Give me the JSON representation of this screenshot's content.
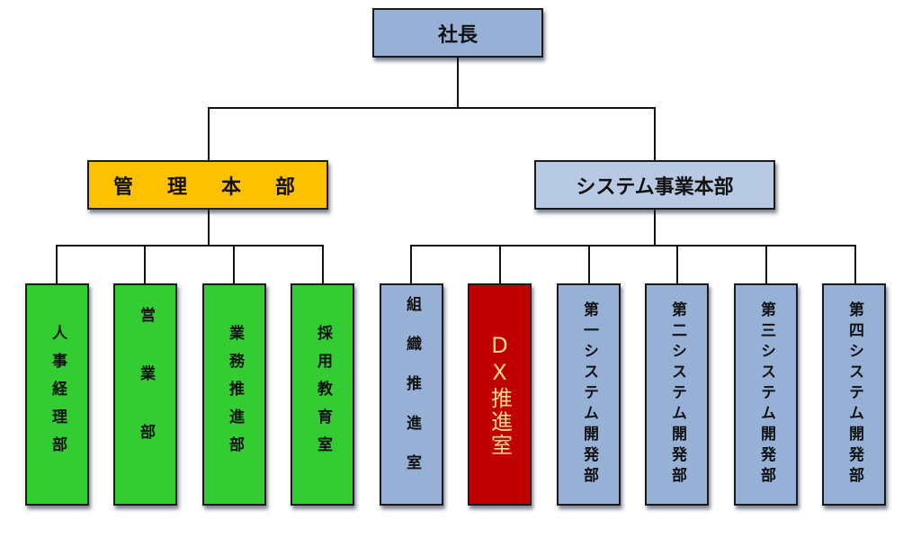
{
  "title": "組織図",
  "ceo": {
    "label": "社長"
  },
  "divisions": [
    {
      "label": "管　理　本　部",
      "color": "#fdc100",
      "departments": [
        {
          "label": "人事経理部",
          "color": "#33cc33"
        },
        {
          "label": "営業部",
          "color": "#33cc33"
        },
        {
          "label": "業務推進部",
          "color": "#33cc33"
        },
        {
          "label": "採用教育室",
          "color": "#33cc33"
        }
      ]
    },
    {
      "label": "システム事業本部",
      "color": "#b8c9e4",
      "departments": [
        {
          "label": "組織推進室",
          "color": "#97b1d6"
        },
        {
          "label": "DX推進室",
          "color": "#c00000",
          "highlight": true
        },
        {
          "label": "第一システム開発部",
          "color": "#97b1d6"
        },
        {
          "label": "第二システム開発部",
          "color": "#97b1d6"
        },
        {
          "label": "第三システム開発部",
          "color": "#97b1d6"
        },
        {
          "label": "第四システム開発部",
          "color": "#97b1d6"
        }
      ]
    }
  ]
}
